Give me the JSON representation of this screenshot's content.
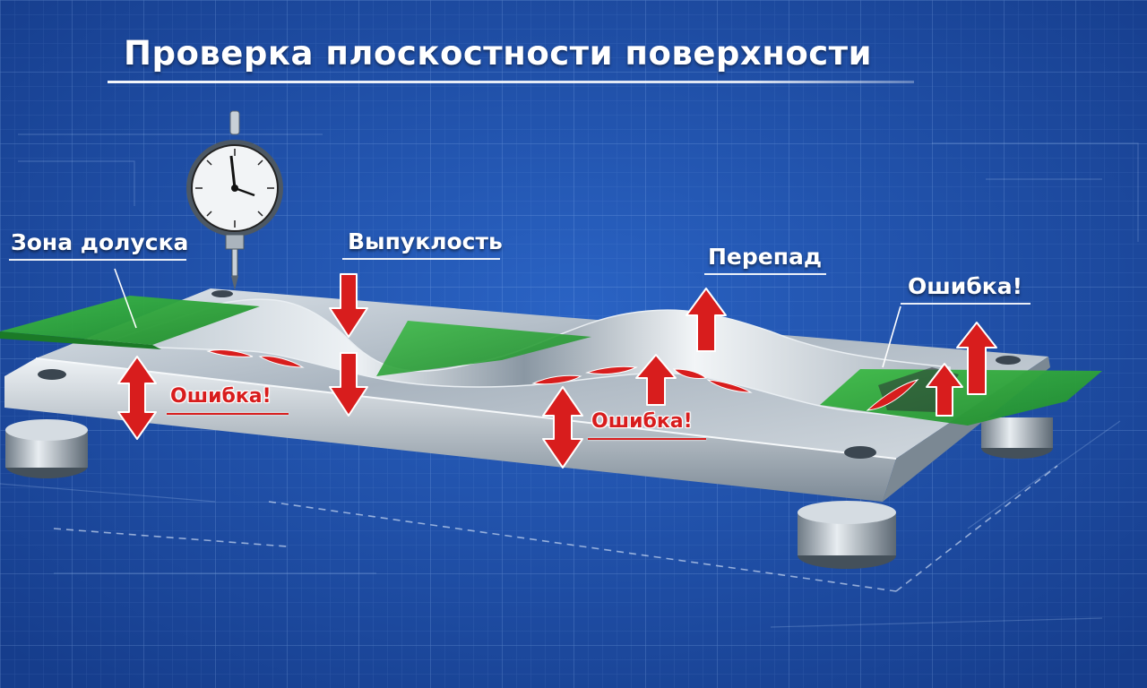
{
  "title": "Проверка плоскостности поверхности",
  "labels": {
    "tolerance_zone": "Зона долуска",
    "convexity": "Выпуклость",
    "step": "Перепад",
    "error_right": "Ошибка!",
    "error_left": "Ошибка!",
    "error_center": "Ошибка!"
  },
  "colors": {
    "background": "#1d4fa8",
    "tolerance_zone": "#2fa53a",
    "arrow": "#d81d1d",
    "plate": "#b9c3cc"
  },
  "icons": {
    "dial_indicator": "dial-indicator-icon"
  }
}
